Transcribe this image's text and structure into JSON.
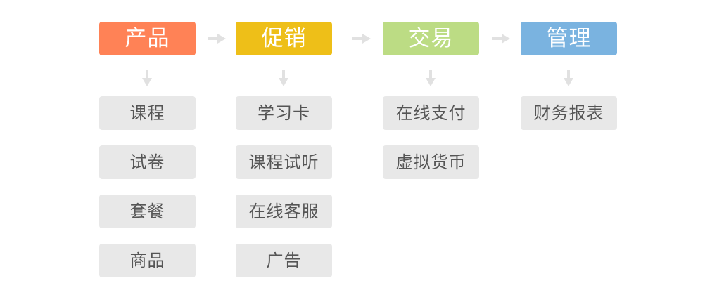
{
  "colors": {
    "products": "#ff8256",
    "promotion": "#eebf18",
    "trading": "#bcdc84",
    "management": "#7ab3e0",
    "item_bg": "#e8e8e8",
    "arrow": "#e1e1e1"
  },
  "columns": [
    {
      "header": "产品",
      "items": [
        "课程",
        "试卷",
        "套餐",
        "商品"
      ]
    },
    {
      "header": "促销",
      "items": [
        "学习卡",
        "课程试听",
        "在线客服",
        "广告"
      ]
    },
    {
      "header": "交易",
      "items": [
        "在线支付",
        "虚拟货币"
      ]
    },
    {
      "header": "管理",
      "items": [
        "财务报表"
      ]
    }
  ]
}
